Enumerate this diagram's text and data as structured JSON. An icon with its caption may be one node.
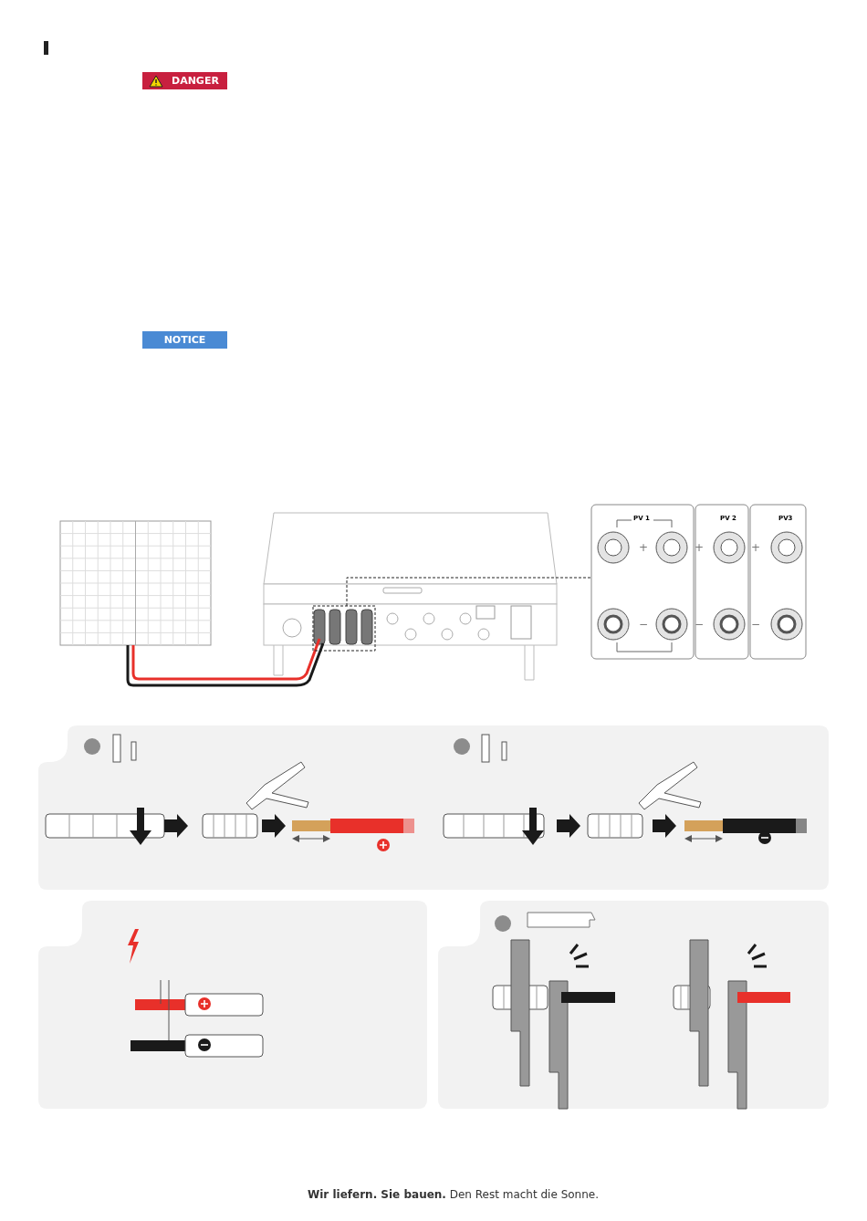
{
  "diagram": {
    "labels": [
      "DANGER",
      "NOTICE",
      "PV 1",
      "PV 2",
      "PV3",
      "+",
      "+",
      "+",
      "−",
      "−",
      "−",
      "**Wir liefern. Sie bauen.** Den Rest macht die Sonne."
    ]
  }
}
